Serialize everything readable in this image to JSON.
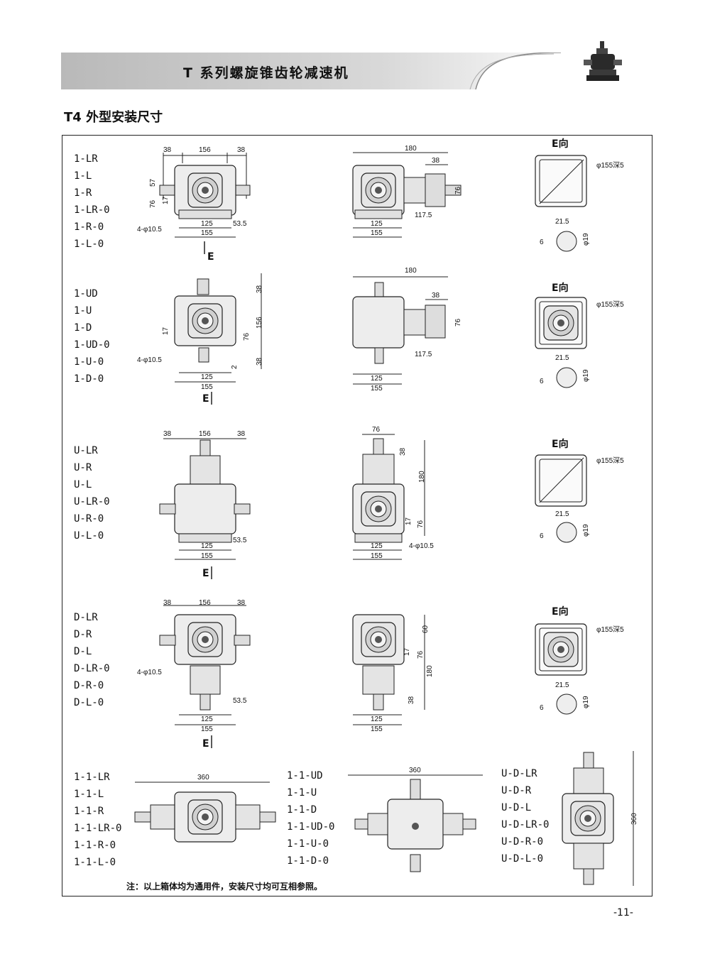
{
  "header": {
    "title": "T 系列螺旋锥齿轮减速机"
  },
  "section": {
    "title": "T4 外型安装尺寸"
  },
  "groups": [
    [
      "1-LR",
      "1-L",
      "1-R",
      "1-LR-0",
      "1-R-0",
      "1-L-0"
    ],
    [
      "1-UD",
      "1-U",
      "1-D",
      "1-UD-0",
      "1-U-0",
      "1-D-0"
    ],
    [
      "U-LR",
      "U-R",
      "U-L",
      "U-LR-0",
      "U-R-0",
      "U-L-0"
    ],
    [
      "D-LR",
      "D-R",
      "D-L",
      "D-LR-0",
      "D-R-0",
      "D-L-0"
    ],
    [
      "1-1-LR",
      "1-1-L",
      "1-1-R",
      "1-1-LR-0",
      "1-1-R-0",
      "1-1-L-0"
    ],
    [
      "1-1-UD",
      "1-1-U",
      "1-1-D",
      "1-1-UD-0",
      "1-1-U-0",
      "1-1-D-0"
    ],
    [
      "U-D-LR",
      "U-D-R",
      "U-D-L",
      "U-D-LR-0",
      "U-D-R-0",
      "U-D-L-0"
    ]
  ],
  "dims": {
    "d38": "38",
    "d156": "156",
    "d57": "57",
    "d76": "76",
    "d17": "17",
    "d125": "125",
    "d155": "155",
    "d53_5": "53.5",
    "hole": "4-φ10.5",
    "d180": "180",
    "d117_5": "117.5",
    "d2": "2",
    "d60": "60",
    "d21_5": "21.5",
    "d6": "6",
    "phi19": "φ19",
    "d360": "360",
    "flange": "φ155深5",
    "e_label": "E",
    "e_view": "E向"
  },
  "note": "注：以上箱体均为通用件，安装尺寸均可互相参照。",
  "page_number": "-11-"
}
